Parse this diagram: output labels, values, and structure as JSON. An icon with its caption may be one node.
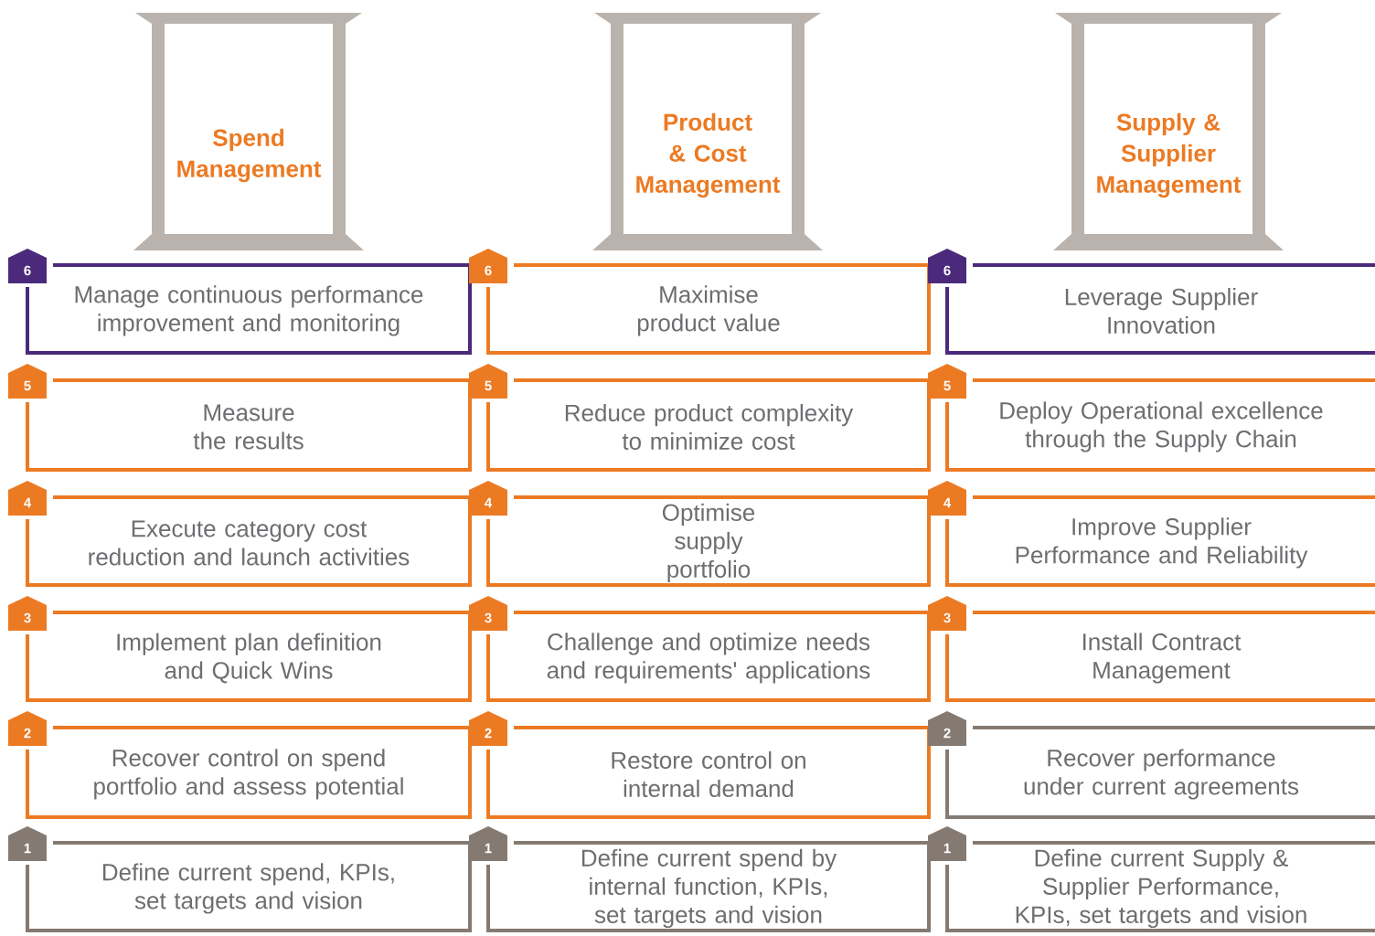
{
  "diagram": {
    "nodes": [
      {
        "text": [
          "Spend Management"
        ]
      },
      {
        "text": [
          "Product & Cost Management"
        ]
      },
      {
        "text": [
          "Supply & Supplier Management"
        ]
      },
      {
        "text": [
          "6",
          "Manage continuous performance improvement and monitoring"
        ]
      },
      {
        "text": [
          "6",
          "Maximise product value"
        ]
      },
      {
        "text": [
          "6",
          "Leverage Supplier Innovation"
        ]
      },
      {
        "text": [
          "5",
          "Measure the results"
        ]
      },
      {
        "text": [
          "5",
          "Reduce product complexity to minimize cost"
        ]
      },
      {
        "text": [
          "5",
          "Deploy Operational excellence through the Supply Chain"
        ]
      },
      {
        "text": [
          "4",
          "Execute category cost reduction and launch activities"
        ]
      },
      {
        "text": [
          "4",
          "Optimise supply portfolio"
        ]
      },
      {
        "text": [
          "4",
          "Improve Supplier Performance and Reliability"
        ]
      },
      {
        "text": [
          "3",
          "Implement plan definition and Quick Wins"
        ]
      },
      {
        "text": [
          "3",
          "Challenge and optimize needs and requirements' applications"
        ]
      },
      {
        "text": [
          "3",
          "Install Contract Management"
        ]
      },
      {
        "text": [
          "2",
          "Recover control on spend portfolio and assess potential"
        ]
      },
      {
        "text": [
          "2",
          "Restore control on internal demand"
        ]
      },
      {
        "text": [
          "2",
          "Recover performance under current agreements"
        ]
      },
      {
        "text": [
          "1",
          "Define current spend, KPIs, set targets and vision"
        ]
      },
      {
        "text": [
          "1",
          "Define current spend by internal function, KPIs, set targets and vision"
        ]
      },
      {
        "text": [
          "1",
          "Define current Supply & Supplier Performance, KPIs, set targets and vision"
        ]
      }
    ]
  }
}
